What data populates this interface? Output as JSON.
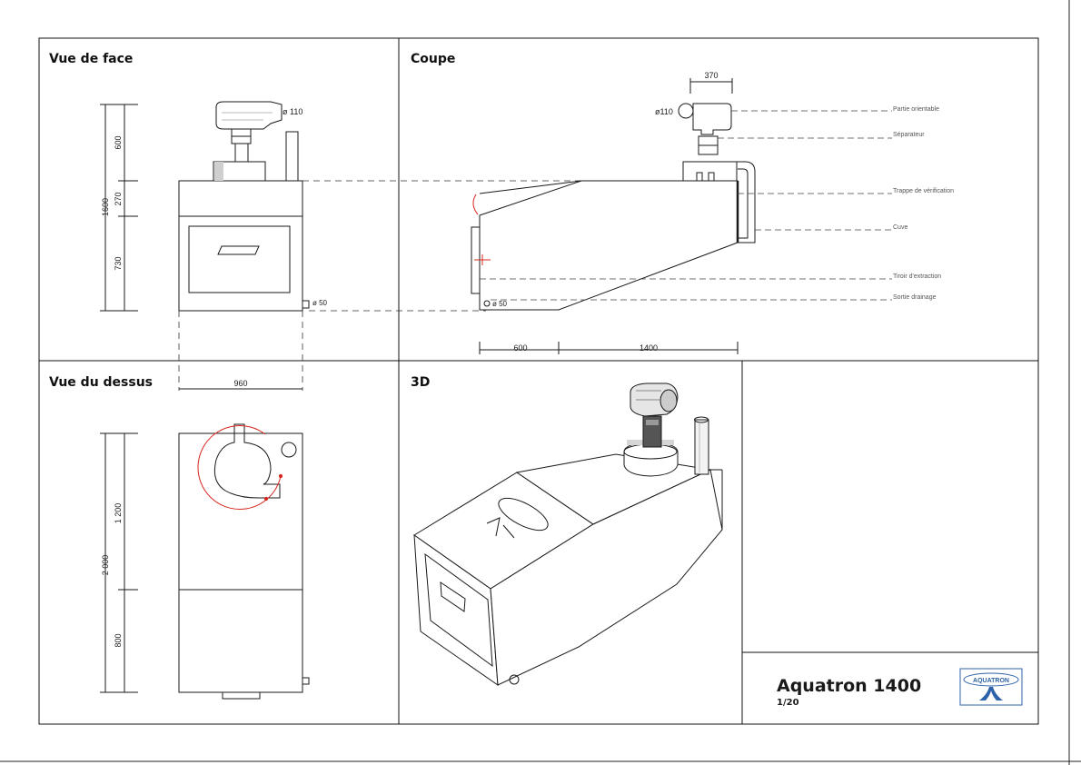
{
  "panels": {
    "front": {
      "title": "Vue de face"
    },
    "section": {
      "title": "Coupe"
    },
    "top": {
      "title": "Vue du dessus"
    },
    "iso": {
      "title": "3D"
    }
  },
  "front_view": {
    "dims": {
      "total": "1600",
      "top": "600",
      "mid": "270",
      "bottom": "730"
    },
    "labels": {
      "pipe": "ø 110",
      "drain": "ø 50"
    }
  },
  "section_view": {
    "dims": {
      "top": "370",
      "bottom_left": "600",
      "bottom_right": "1400"
    },
    "labels": {
      "pipe": "ø110",
      "drain": "ø 50"
    },
    "callouts": [
      "Partie orientable",
      "Séparateur",
      "Trappe de vérification",
      "Cuve",
      "Tiroir d'extraction",
      "Sortie drainage"
    ]
  },
  "top_view": {
    "dims": {
      "width": "960",
      "total": "2 000",
      "upper": "1 200",
      "lower": "800"
    }
  },
  "title_block": {
    "title": "Aquatron 1400",
    "scale": "1/20",
    "logo_text": "AQUATRON"
  },
  "colors": {
    "line": "#1a1a1a",
    "red_mark": "#d8281e",
    "logo_blue": "#2d63a8",
    "leader": "#444444"
  }
}
